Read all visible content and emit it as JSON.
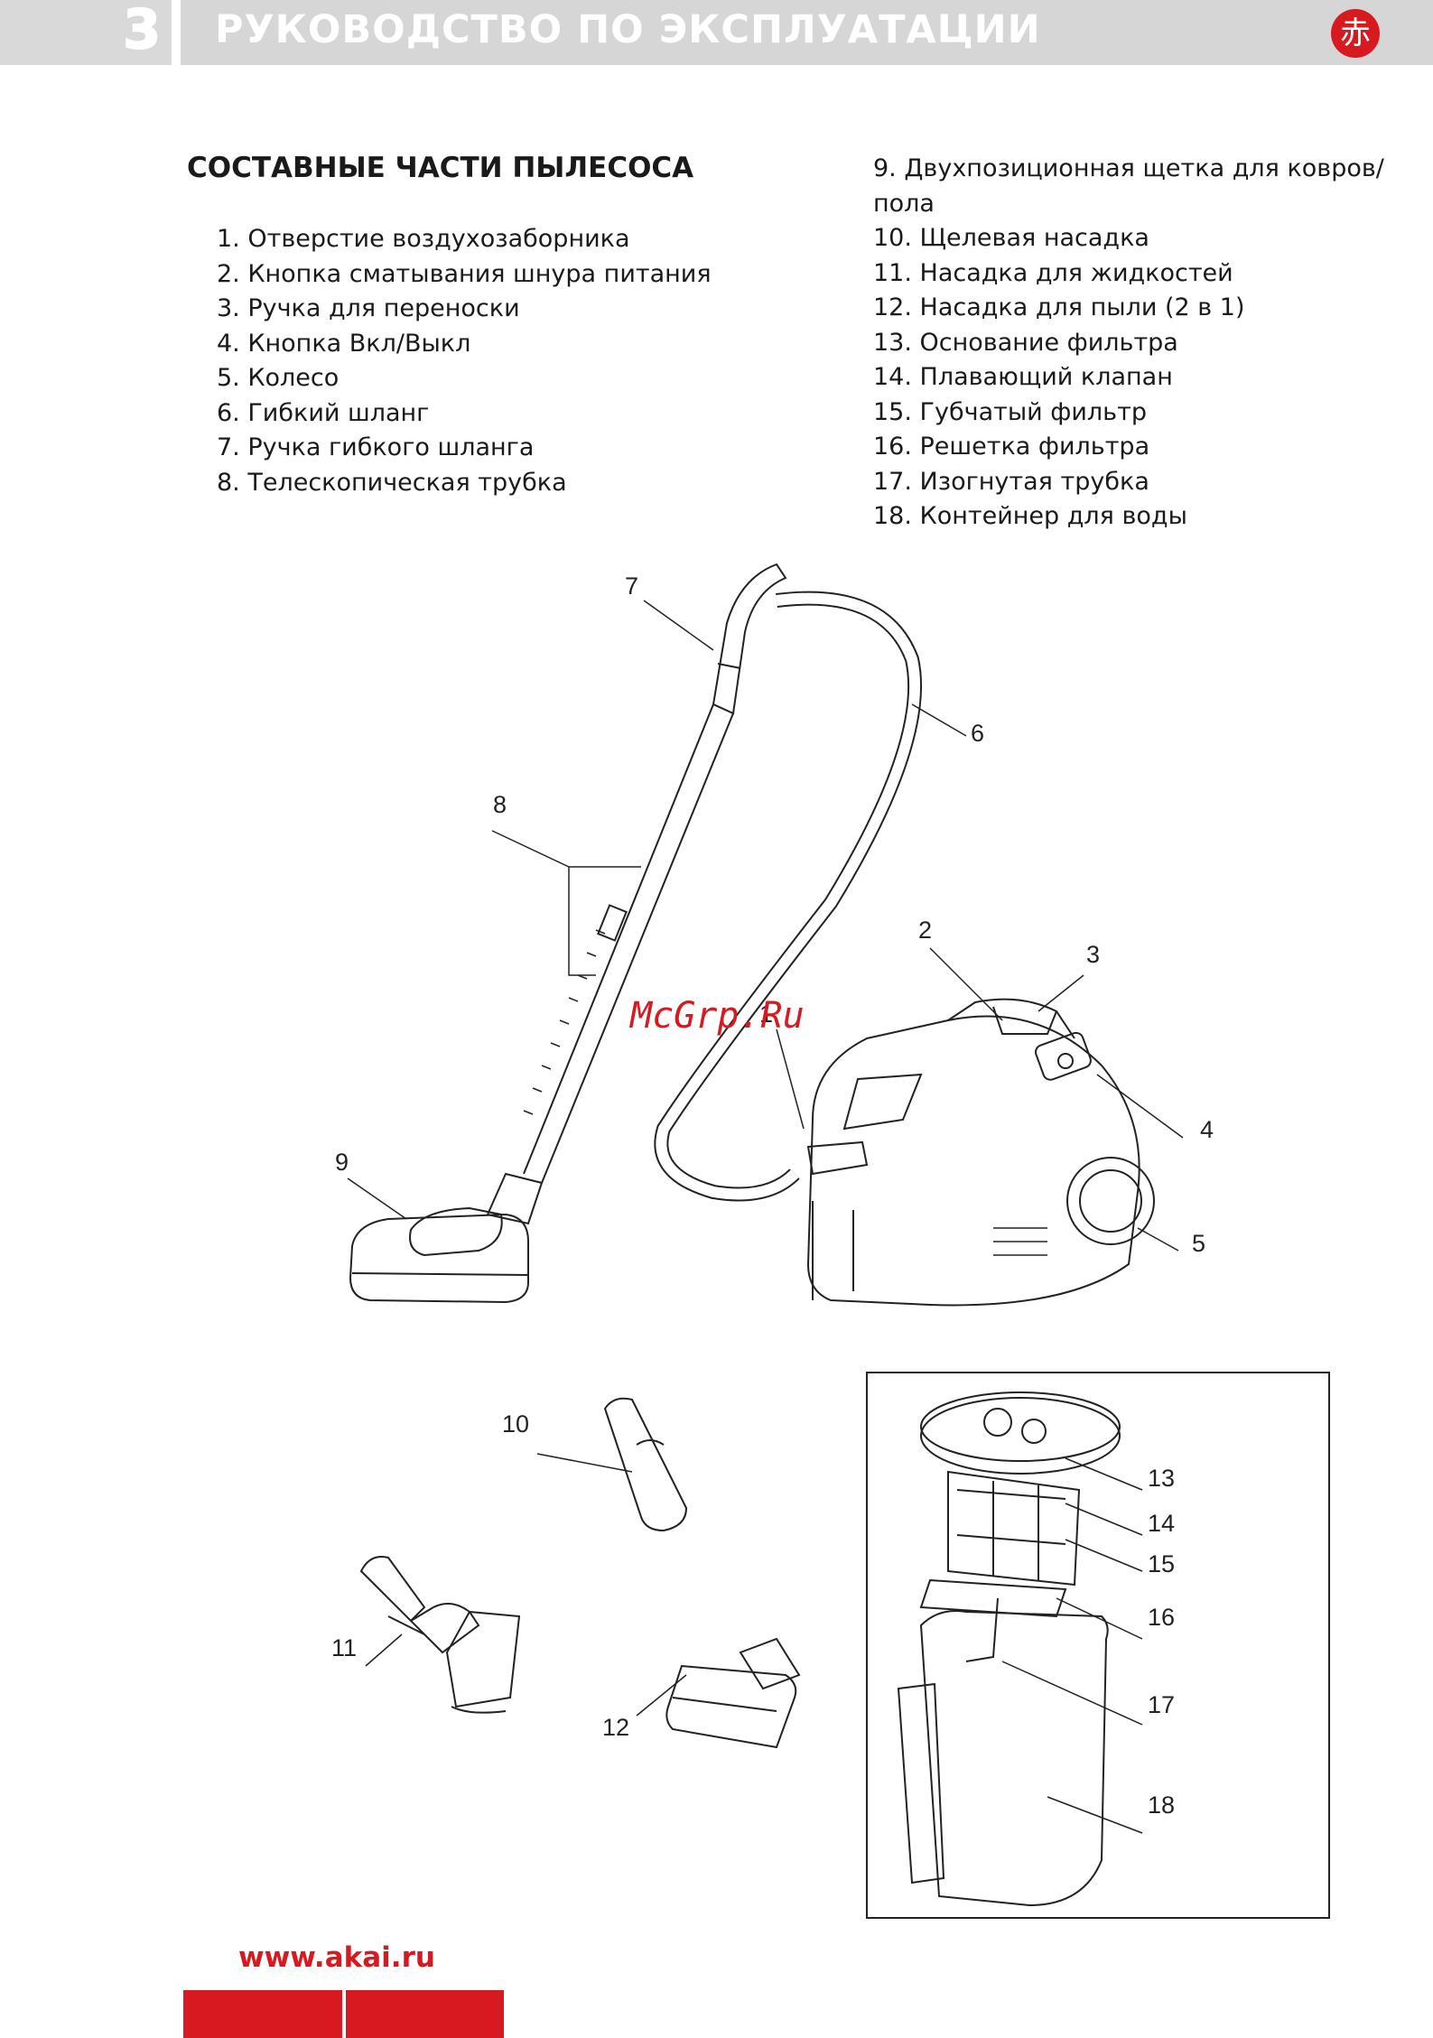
{
  "header": {
    "page_number": "3",
    "title": "РУКОВОДСТВО ПО ЭКСПЛУАТАЦИИ",
    "logo_glyph": "赤"
  },
  "section": {
    "title": "СОСТАВНЫЕ ЧАСТИ ПЫЛЕСОСА"
  },
  "parts_left": [
    "1. Отверстие воздухозаборника",
    "2. Кнопка сматывания шнура питания",
    "3. Ручка для переноски",
    "4. Кнопка Вкл/Выкл",
    "5. Колесо",
    "6. Гибкий шланг",
    "7. Ручка гибкого шланга",
    "8. Телескопическая трубка"
  ],
  "parts_right": [
    "9. Двухпозиционная щетка для ковров/пола",
    "10. Щелевая насадка",
    "11. Насадка для жидкостей",
    "12. Насадка для пыли (2 в 1)",
    "13. Основание фильтра",
    "14. Плавающий клапан",
    "15. Губчатый фильтр",
    "16. Решетка фильтра",
    "17. Изогнутая трубка",
    "18. Контейнер для воды"
  ],
  "callouts": [
    "7",
    "6",
    "8",
    "2",
    "3",
    "1",
    "4",
    "9",
    "5",
    "10",
    "13",
    "14",
    "15",
    "11",
    "16",
    "12",
    "17",
    "18"
  ],
  "watermark": "McGrp.Ru",
  "footer": {
    "url": "www.akai.ru"
  },
  "colors": {
    "accent_red": "#d71920",
    "header_gray": "#d6d6d6"
  }
}
